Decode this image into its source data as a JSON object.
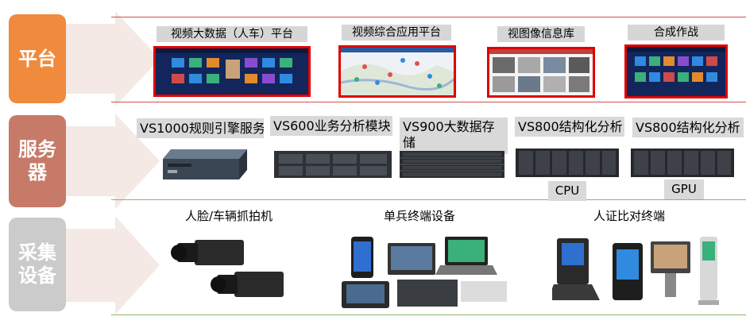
{
  "colors": {
    "platform": "#f08a3c",
    "server": "#c77a67",
    "collection": "#cbcbcb",
    "arrow": "#f4e9e4",
    "rule_red": "#d4504a",
    "rule_green": "#86b76a",
    "screen_border": "#e00000",
    "label_bg": "#d6d6d6"
  },
  "layers": {
    "platform": "平台",
    "server": "服务器",
    "collection": "采集设备"
  },
  "platforms": [
    {
      "label": "视频大数据（人车）平台",
      "screen": "dashboard"
    },
    {
      "label": "视频综合应用平台",
      "screen": "map"
    },
    {
      "label": "视图像信息库",
      "screen": "image-library"
    },
    {
      "label": "合成作战",
      "screen": "dashboard"
    }
  ],
  "servers": [
    {
      "label": "VS1000规则引擎服务",
      "sub": ""
    },
    {
      "label": "VS600业务分析模块",
      "sub": ""
    },
    {
      "label": "VS900大数据存储",
      "sub": ""
    },
    {
      "label": "VS800结构化分析",
      "sub": "CPU"
    },
    {
      "label": "VS800结构化分析",
      "sub": "GPU"
    }
  ],
  "devices": [
    {
      "label": "人脸/车辆抓拍机"
    },
    {
      "label": "单兵终端设备"
    },
    {
      "label": "人证比对终端"
    }
  ]
}
